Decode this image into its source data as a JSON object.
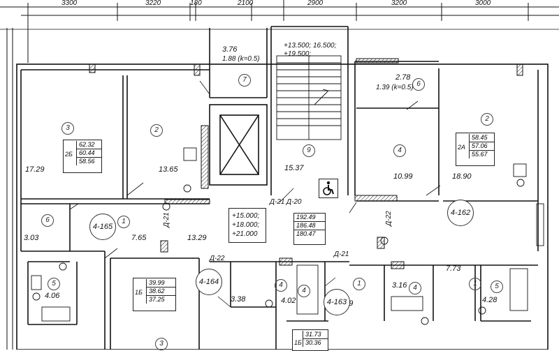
{
  "dimensions": {
    "top": [
      "3300",
      "3220",
      "180",
      "2100",
      "2900",
      "3200",
      "3000"
    ]
  },
  "level_notes": {
    "stair_levels": "+13.500; 16.500;\n+19.500;",
    "lift_levels": "+15.000;\n+18.000;\n+21.000"
  },
  "rooms": [
    {
      "key": "r3_left",
      "num": "3",
      "area": "17.29"
    },
    {
      "key": "r2_left",
      "num": "2",
      "area": "13.65"
    },
    {
      "key": "r7",
      "num": "7",
      "area": "3.76",
      "sub": "1.88 (k=0.5)"
    },
    {
      "key": "r9",
      "num": "9",
      "area": "15.37"
    },
    {
      "key": "r4_center",
      "num": "4",
      "area": "10.99"
    },
    {
      "key": "r6_right",
      "num": "6",
      "area": "2.78",
      "sub": "1.39 (k=0.5)"
    },
    {
      "key": "r2_right",
      "num": "2",
      "area": "18.90"
    },
    {
      "key": "r6_left",
      "num": "6",
      "area": "3.03"
    },
    {
      "key": "r1_left",
      "num": "1",
      "area": "7.65"
    },
    {
      "key": "hall",
      "area": "13.29"
    },
    {
      "key": "r5_left",
      "num": "5",
      "area": "4.06"
    },
    {
      "key": "r4_a",
      "num": "4",
      "area": "3.38"
    },
    {
      "key": "r4_b",
      "num": "4",
      "area": "4.02"
    },
    {
      "key": "r1_c",
      "num": "1",
      "area": "4.49"
    },
    {
      "key": "r4_c",
      "num": "4",
      "area": "3.16"
    },
    {
      "key": "r1_right",
      "num": "1",
      "area": "7.73"
    },
    {
      "key": "r5_right",
      "num": "5",
      "area": "4.28"
    }
  ],
  "apartments": [
    {
      "key": "a165",
      "label": "4-165"
    },
    {
      "key": "a164",
      "label": "4-164"
    },
    {
      "key": "a163",
      "label": "4-163"
    },
    {
      "key": "a162",
      "label": "4-162"
    }
  ],
  "area_tables": [
    {
      "key": "t_left",
      "code": "2Б",
      "rows": [
        "62.32",
        "60.44",
        "58.56"
      ]
    },
    {
      "key": "t_right",
      "code": "2А",
      "rows": [
        "58.45",
        "57.06",
        "55.67"
      ]
    },
    {
      "key": "t_center",
      "code": "",
      "rows": [
        "192.49",
        "186.48",
        "180.47"
      ]
    },
    {
      "key": "t_bottom_left",
      "code": "1Б",
      "rows": [
        "39.99",
        "38.62",
        "37.25"
      ]
    },
    {
      "key": "t_bottom_mid",
      "code": "1Б",
      "rows": [
        "31.73",
        "30.36"
      ]
    }
  ],
  "doors": [
    "Д-20",
    "Д-21",
    "Д-22",
    "Д-22",
    "Д-21",
    "Д-21"
  ],
  "bottom_room": {
    "num": "3"
  },
  "colors": {
    "line": "#111111",
    "hatch": "#222222",
    "paper": "#ffffff"
  }
}
